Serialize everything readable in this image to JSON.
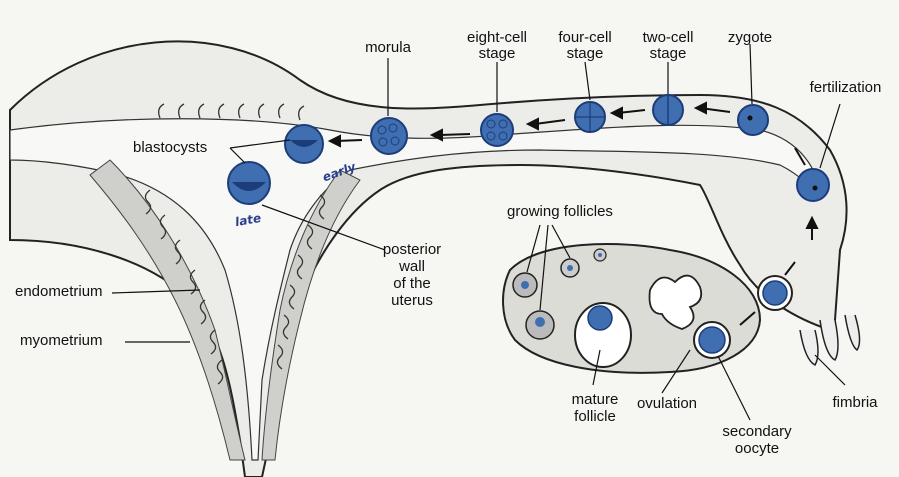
{
  "labels": {
    "morula": "morula",
    "eight_cell_1": "eight-cell",
    "eight_cell_2": "stage",
    "four_cell_1": "four-cell",
    "four_cell_2": "stage",
    "two_cell_1": "two-cell",
    "two_cell_2": "stage",
    "zygote": "zygote",
    "fertilization": "fertilization",
    "blastocysts": "blastocysts",
    "growing_follicles": "growing follicles",
    "posterior_1": "posterior",
    "posterior_2": "wall",
    "posterior_3": "of the",
    "posterior_4": "uterus",
    "endometrium": "endometrium",
    "myometrium": "myometrium",
    "mature_1": "mature",
    "mature_2": "follicle",
    "ovulation": "ovulation",
    "secondary_1": "secondary",
    "secondary_2": "oocyte",
    "fimbria": "fimbria"
  },
  "handwritten": {
    "early": "early",
    "late": "late"
  },
  "colors": {
    "cell_blue": "#3f6fb0",
    "cell_dark": "#1d3d7a",
    "tissue": "#d9d9d3",
    "outline": "#222222"
  }
}
